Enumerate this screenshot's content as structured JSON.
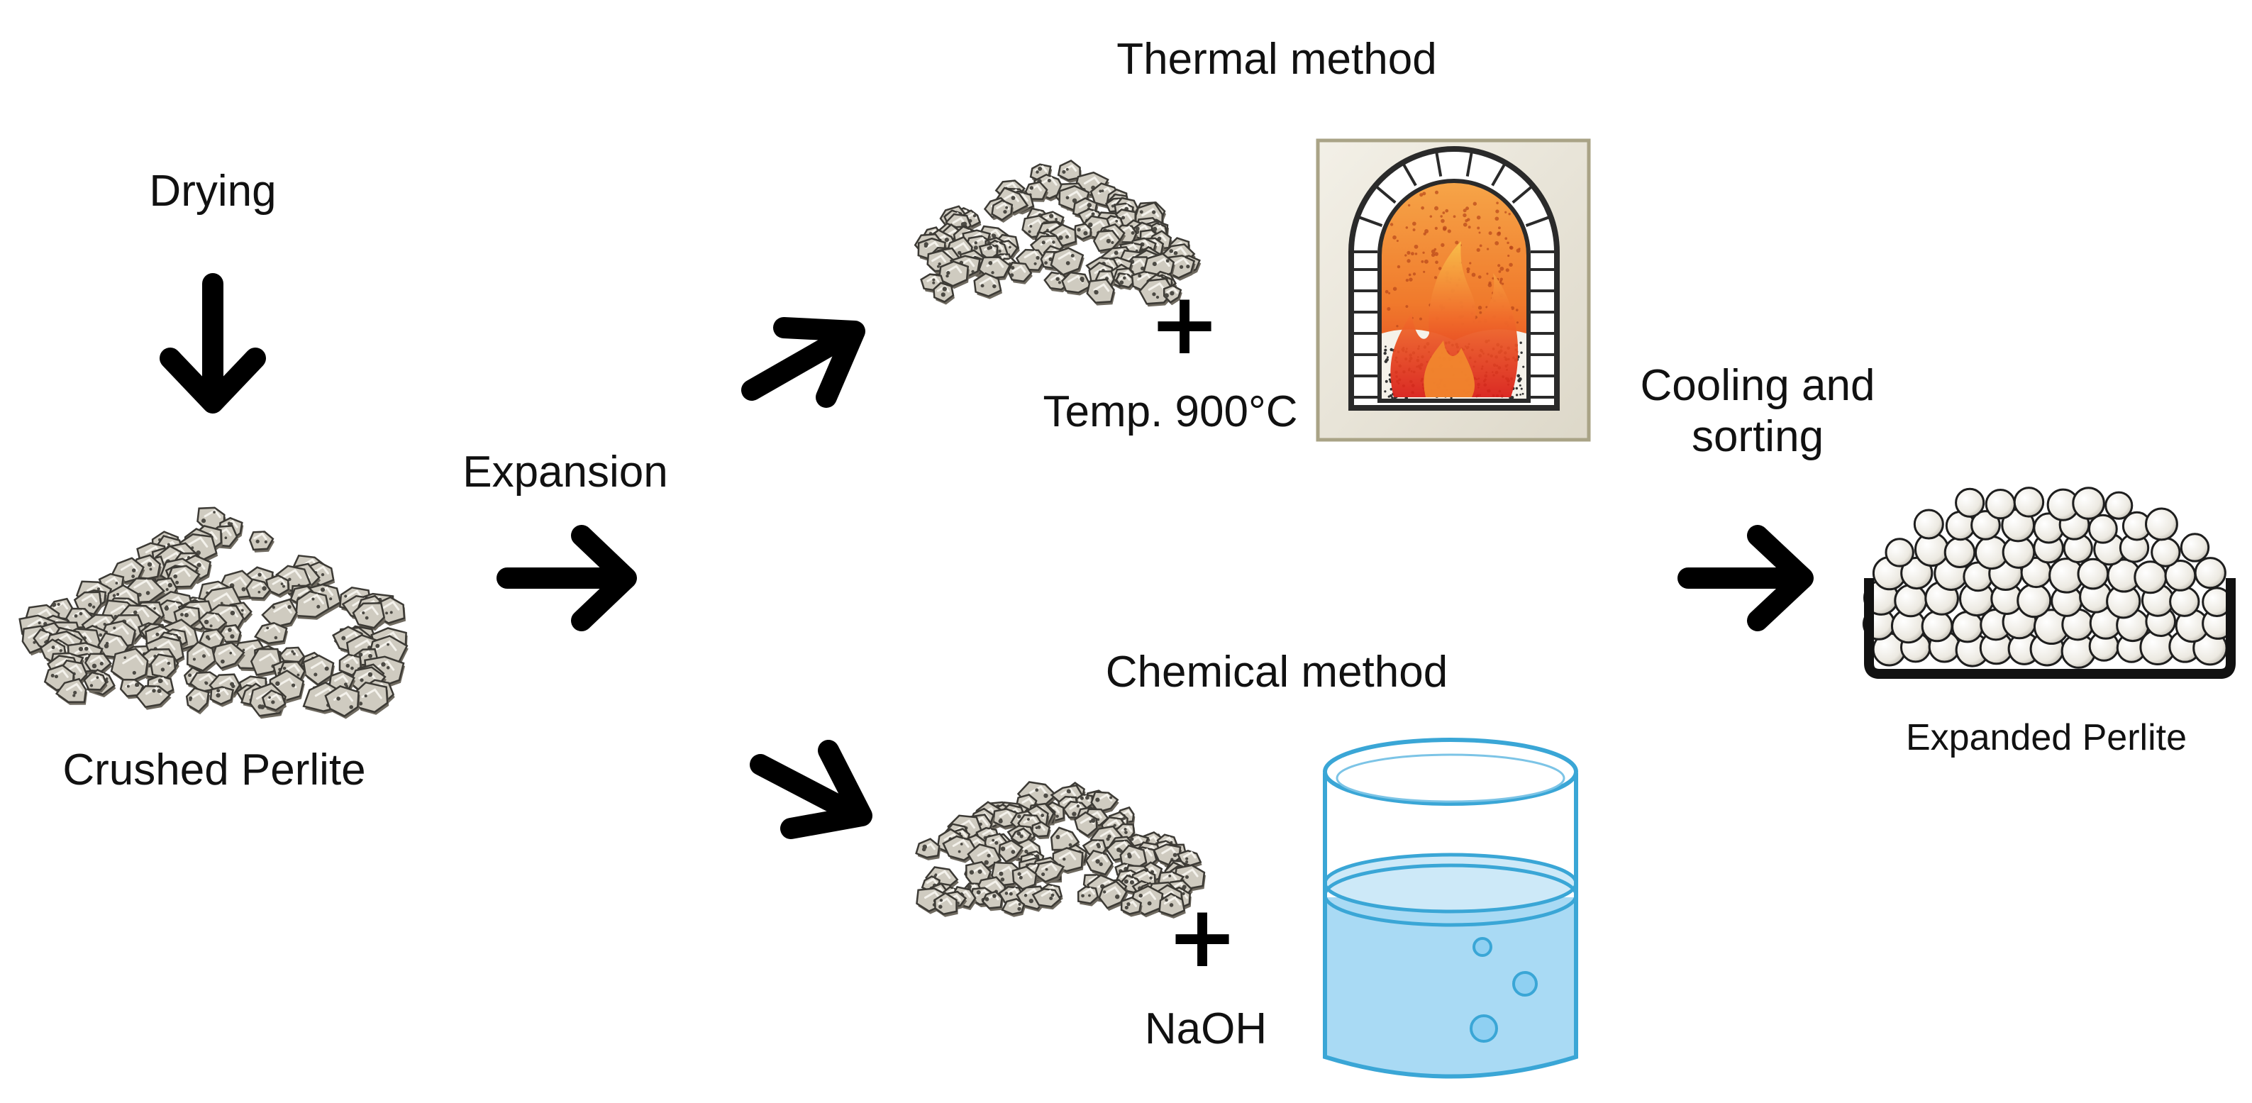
{
  "diagram": {
    "title_thermal": "Thermal method",
    "title_chemical": "Chemical method",
    "label_drying": "Drying",
    "label_crushed": "Crushed Perlite",
    "label_expansion": "Expansion",
    "label_temp": "Temp. 900°C",
    "label_naoh": "NaOH",
    "label_cooling": "Cooling and sorting",
    "label_expanded": "Expanded Perlite",
    "plus_symbol": "+"
  },
  "colors": {
    "arrow": "#000000",
    "rock_fill": "#cfcbc0",
    "rock_shadow": "#6f6a60",
    "furnace_panel": "#ece8dc",
    "fire_top": "#f39a3c",
    "fire_red": "#e52a1e",
    "water": "#b9e2f7",
    "beaker_line": "#3aa6d6",
    "pearl": "#f2f0ea"
  },
  "icons": [
    "crushed-perlite-icon",
    "furnace-icon",
    "beaker-icon",
    "expanded-perlite-icon"
  ]
}
